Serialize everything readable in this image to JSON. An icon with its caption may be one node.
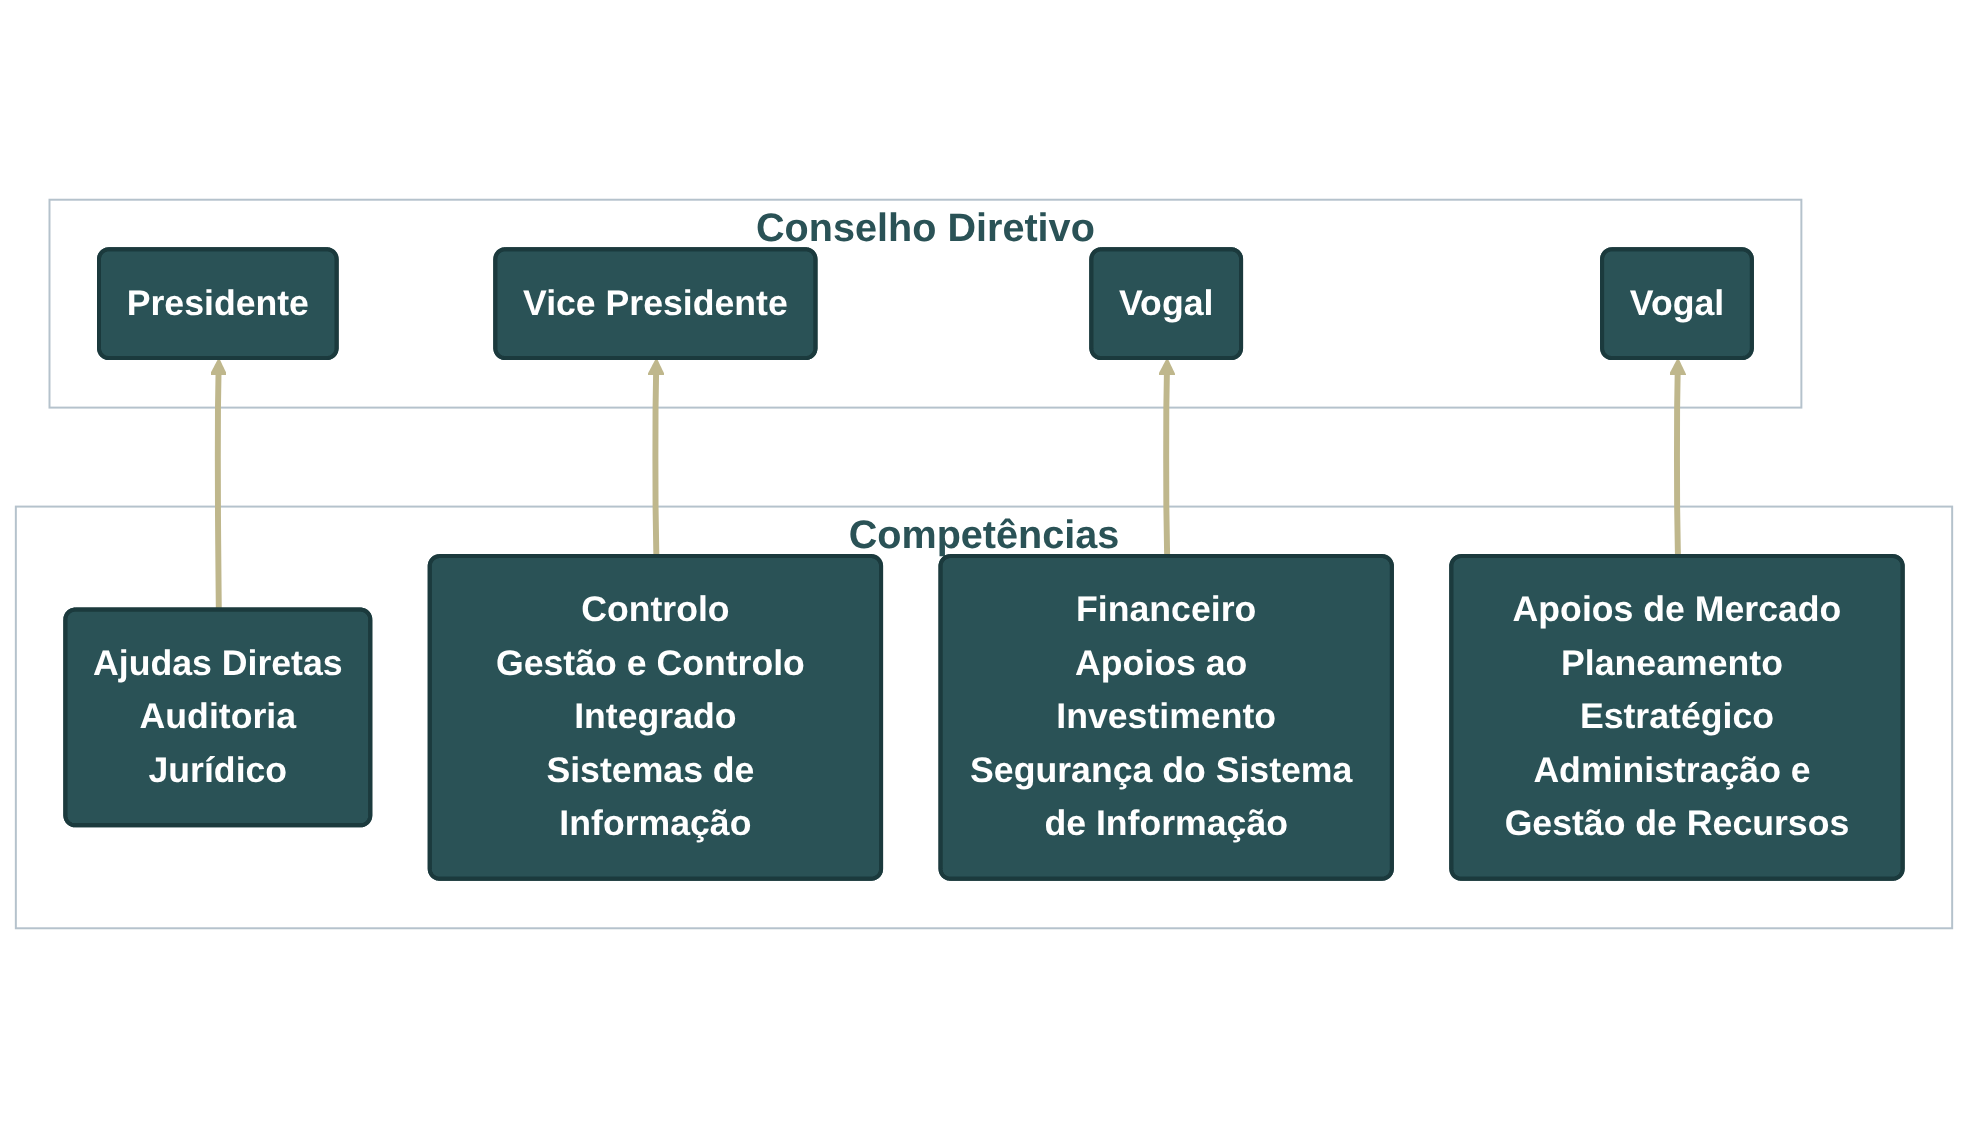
{
  "diagram": {
    "nodes": [
      {
        "text": [
          "Conselho Diretivo"
        ]
      },
      {
        "text": [
          "Presidente"
        ],
        "in": 0
      },
      {
        "text": [
          "Vice Presidente"
        ],
        "in": 0
      },
      {
        "text": [
          "Vogal"
        ],
        "in": 0
      },
      {
        "text": [
          "Vogal"
        ],
        "in": 0
      },
      {
        "text": [
          "Competências"
        ]
      },
      {
        "text": [
          "Ajudas Diretas",
          "Auditoria",
          "Jurídico"
        ],
        "in": 5
      },
      {
        "text": [
          "Controlo",
          "Gestão e Controlo Integrado",
          "Sistemas de Informação"
        ],
        "in": 5
      },
      {
        "text": [
          "Financeiro",
          "Apoios ao Investimento",
          "Segurança do Sistema de Informação"
        ],
        "in": 5
      },
      {
        "text": [
          "Apoios de Mercado",
          "Planeamento Estratégico",
          "Administração e Gestão de Recursos"
        ],
        "in": 5
      }
    ],
    "edges": [
      {
        "from": 6,
        "to": 1,
        "arrow": "to"
      },
      {
        "from": 7,
        "to": 2,
        "arrow": "to"
      },
      {
        "from": 8,
        "to": 3,
        "arrow": "to"
      },
      {
        "from": 9,
        "to": 4,
        "arrow": "to"
      }
    ]
  }
}
